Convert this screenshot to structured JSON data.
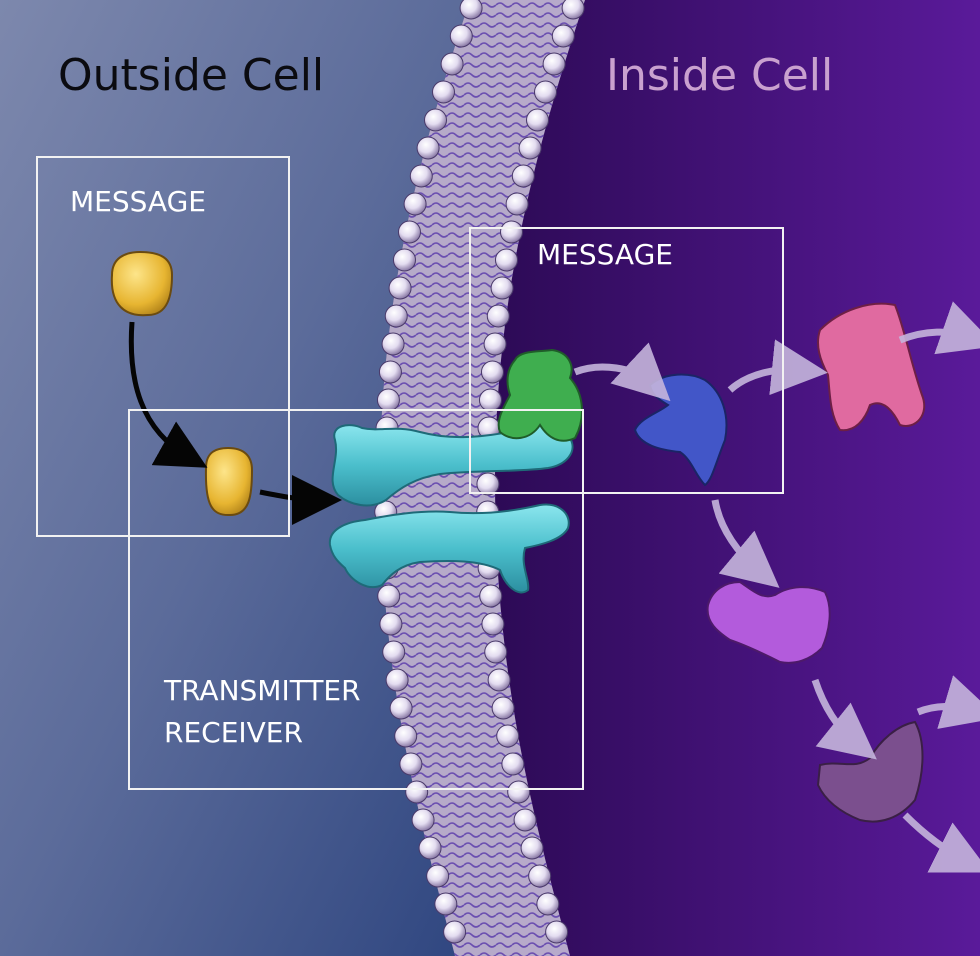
{
  "titles": {
    "outside": "Outside Cell",
    "inside": "Inside Cell"
  },
  "labels": {
    "message_outside": "MESSAGE",
    "message_inside": "MESSAGE",
    "transmitter_line1": "TRANSMITTER",
    "transmitter_line2": "RECEIVER"
  },
  "colors": {
    "outside_bg": "#5f6e98",
    "inside_bg": "#3a0f6a",
    "message_molecule": "#e9b93a",
    "receptor": "#5fc7d3",
    "green_molecule": "#3fae4f",
    "blue_molecule": "#3f56c8",
    "pink_molecule": "#e06aa0",
    "violet_molecule": "#b35bdc",
    "mauve_molecule": "#7b4f8e",
    "box_outline": "#f2f2f2"
  }
}
